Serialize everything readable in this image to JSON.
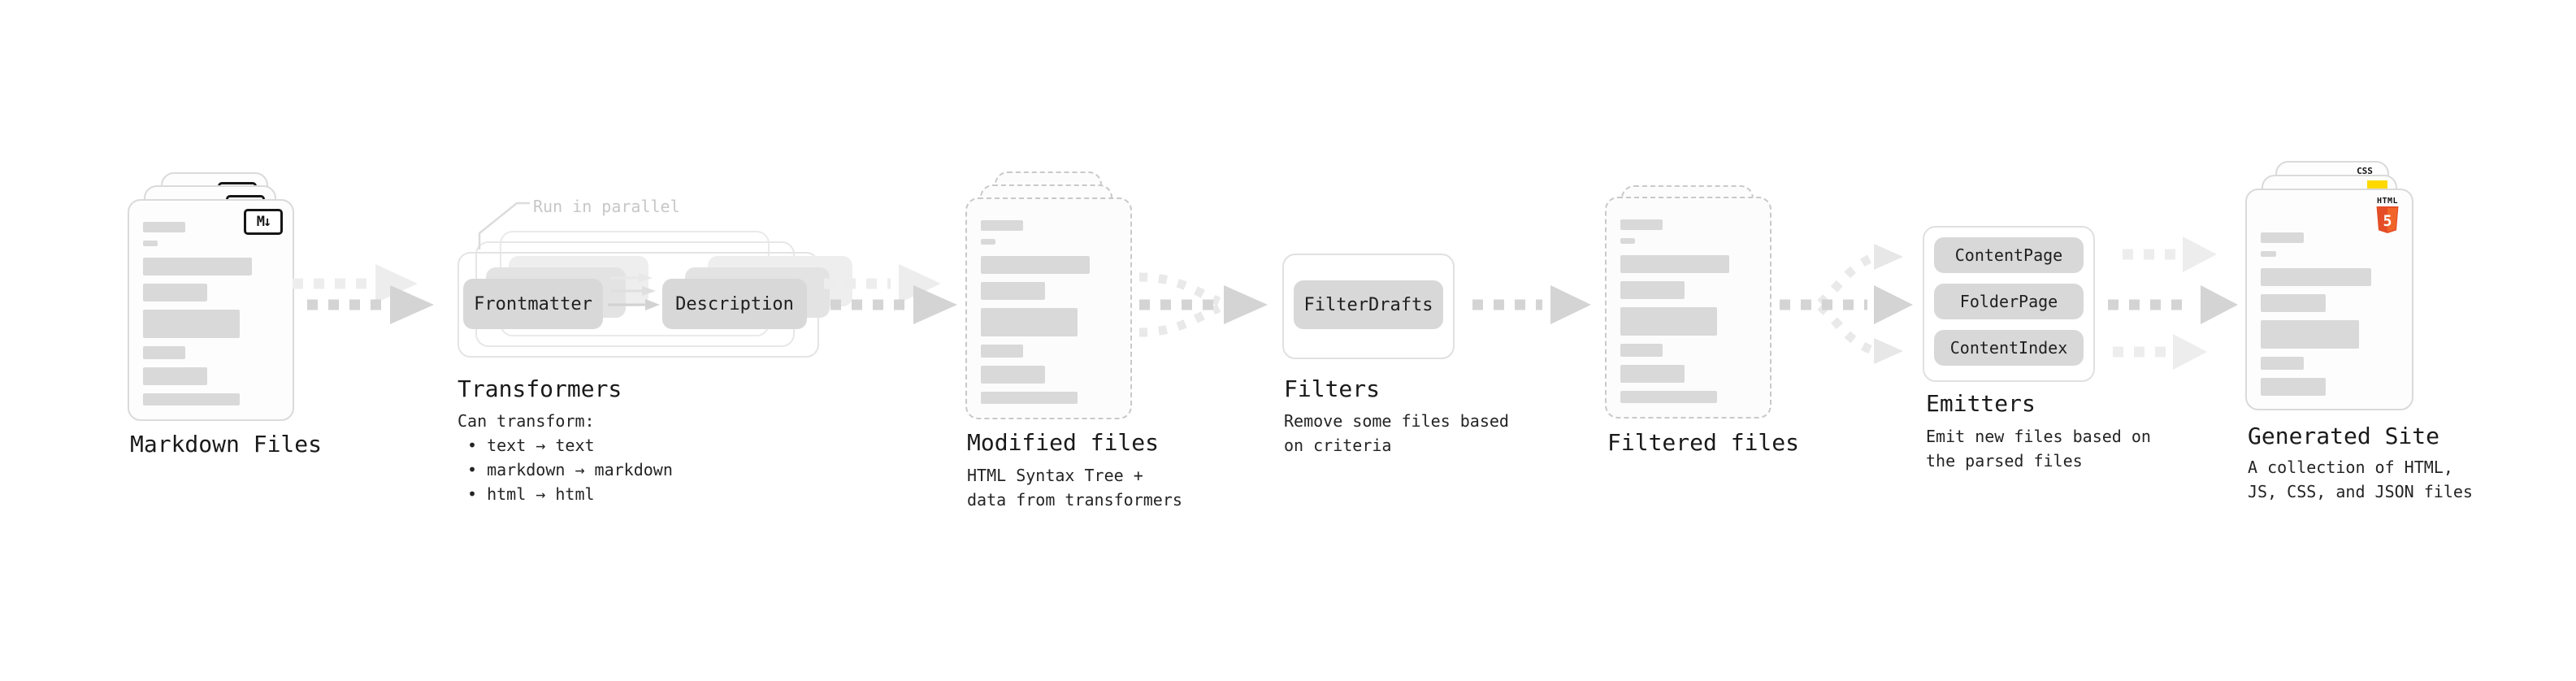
{
  "colors": {
    "background": "#ffffff",
    "card_border": "#dadada",
    "dashed_border": "#c9c9c9",
    "pill_bg": "#d8d8d8",
    "placeholder_bar": "#d9d9d9",
    "arrow_dark": "#d4d4d4",
    "arrow_light": "#ededed",
    "text_dark": "#1a1a1a",
    "callout_text": "#c7c7c7",
    "css_blue": "#2b62e9",
    "js_yellow": "#ffd900",
    "html5_orange": "#e44d26"
  },
  "stages": {
    "markdown_files": {
      "label": "Markdown Files",
      "icon_label": "M↓"
    },
    "transformers": {
      "heading": "Transformers",
      "callout": "Run in parallel",
      "pill_left": "Frontmatter",
      "pill_right": "Description",
      "subtext_intro": "Can transform:",
      "bullet_char": "•",
      "bullets": [
        "text → text",
        "markdown → markdown",
        "html → html"
      ]
    },
    "modified_files": {
      "label": "Modified files",
      "subtext": [
        "HTML Syntax Tree +",
        "data from transformers"
      ]
    },
    "filters": {
      "heading": "Filters",
      "pill": "FilterDrafts",
      "subtext": [
        "Remove some files based",
        "on criteria"
      ]
    },
    "filtered_files": {
      "label": "Filtered files"
    },
    "emitters": {
      "heading": "Emitters",
      "pills": [
        "ContentPage",
        "FolderPage",
        "ContentIndex"
      ],
      "subtext": [
        "Emit new files based on",
        "the parsed files"
      ]
    },
    "generated_site": {
      "label": "Generated Site",
      "subtext": [
        "A collection of HTML,",
        "JS, CSS, and JSON files"
      ],
      "css_badge": "CSS",
      "html_badge": "HTML",
      "html5_number": "5"
    }
  },
  "decor": {
    "file_card_bars": [
      [
        31,
        13,
        10
      ],
      [
        11,
        7,
        14
      ],
      [
        80,
        22,
        10
      ],
      [
        47,
        22,
        10
      ],
      [
        71,
        35,
        10
      ],
      [
        31,
        16,
        10
      ],
      [
        47,
        22,
        10
      ],
      [
        71,
        15,
        0
      ]
    ]
  }
}
